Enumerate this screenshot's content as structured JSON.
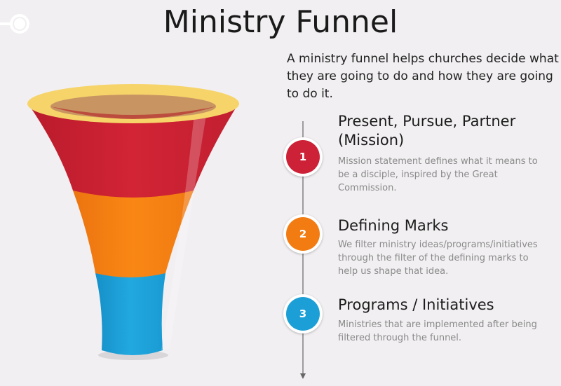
{
  "title": "Ministry Funnel",
  "intro": "A ministry funnel helps churches decide what they are going to do and how they are going to do it.",
  "colors": {
    "rim": "#f6d46a",
    "red": "#cf2233",
    "orange": "#f57f12",
    "blue": "#1ca0d8",
    "badge_red": "#cc2136",
    "badge_orange": "#f27c12",
    "badge_blue": "#1c9fd6"
  },
  "steps": [
    {
      "number": "1",
      "heading": "Present, Pursue, Partner (Mission)",
      "description": "Mission statement defines what it means to be a disciple, inspired by the Great Commission."
    },
    {
      "number": "2",
      "heading": "Defining Marks",
      "description": "We filter ministry ideas/programs/initiatives through the filter of the defining marks to help us shape that idea."
    },
    {
      "number": "3",
      "heading": "Programs / Initiatives",
      "description": "Ministries that are implemented after being filtered through the funnel."
    }
  ]
}
